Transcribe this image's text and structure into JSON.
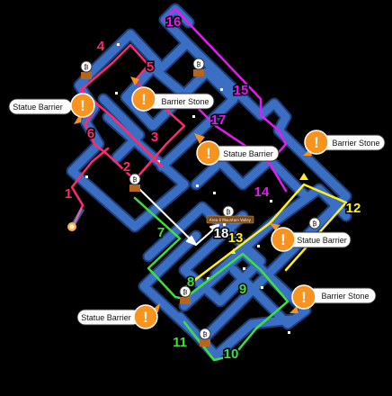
{
  "colors": {
    "background": "#000000",
    "road": "#3a6fc4",
    "road_edge": "#1e3f7a",
    "pink": "#ff2a6d",
    "magenta": "#e21cf0",
    "white": "#ffffff",
    "green": "#3ee03e",
    "yellow": "#ffee22",
    "callout_orange": "#f7931e",
    "callout_bg": "#ffffff"
  },
  "callouts": [
    {
      "label": "Statue Barrier",
      "icon": "exclamation-icon"
    },
    {
      "label": "Barrier Stone",
      "icon": "exclamation-icon"
    },
    {
      "label": "Statue Barrier",
      "icon": "exclamation-icon"
    },
    {
      "label": "Barrier Stone",
      "icon": "exclamation-icon"
    },
    {
      "label": "Statue Barrier",
      "icon": "exclamation-icon"
    },
    {
      "label": "Barrier Stone",
      "icon": "exclamation-icon"
    },
    {
      "label": "Statue Barrier",
      "icon": "exclamation-icon"
    }
  ],
  "step_numbers": [
    {
      "text": "1",
      "color": "pink"
    },
    {
      "text": "2",
      "color": "pink"
    },
    {
      "text": "3",
      "color": "pink"
    },
    {
      "text": "4",
      "color": "pink"
    },
    {
      "text": "5",
      "color": "pink"
    },
    {
      "text": "6",
      "color": "pink"
    },
    {
      "text": "7",
      "color": "green"
    },
    {
      "text": "8",
      "color": "green"
    },
    {
      "text": "9",
      "color": "green"
    },
    {
      "text": "10",
      "color": "green"
    },
    {
      "text": "11",
      "color": "green"
    },
    {
      "text": "12",
      "color": "yellow"
    },
    {
      "text": "13",
      "color": "yellow"
    },
    {
      "text": "14",
      "color": "magenta"
    },
    {
      "text": "15",
      "color": "magenta"
    },
    {
      "text": "16",
      "color": "magenta"
    },
    {
      "text": "17",
      "color": "magenta"
    },
    {
      "text": "18",
      "color": "white"
    }
  ],
  "poi": {
    "label": "Area 4 Mountain Valley",
    "icon": "teleport-icon"
  }
}
